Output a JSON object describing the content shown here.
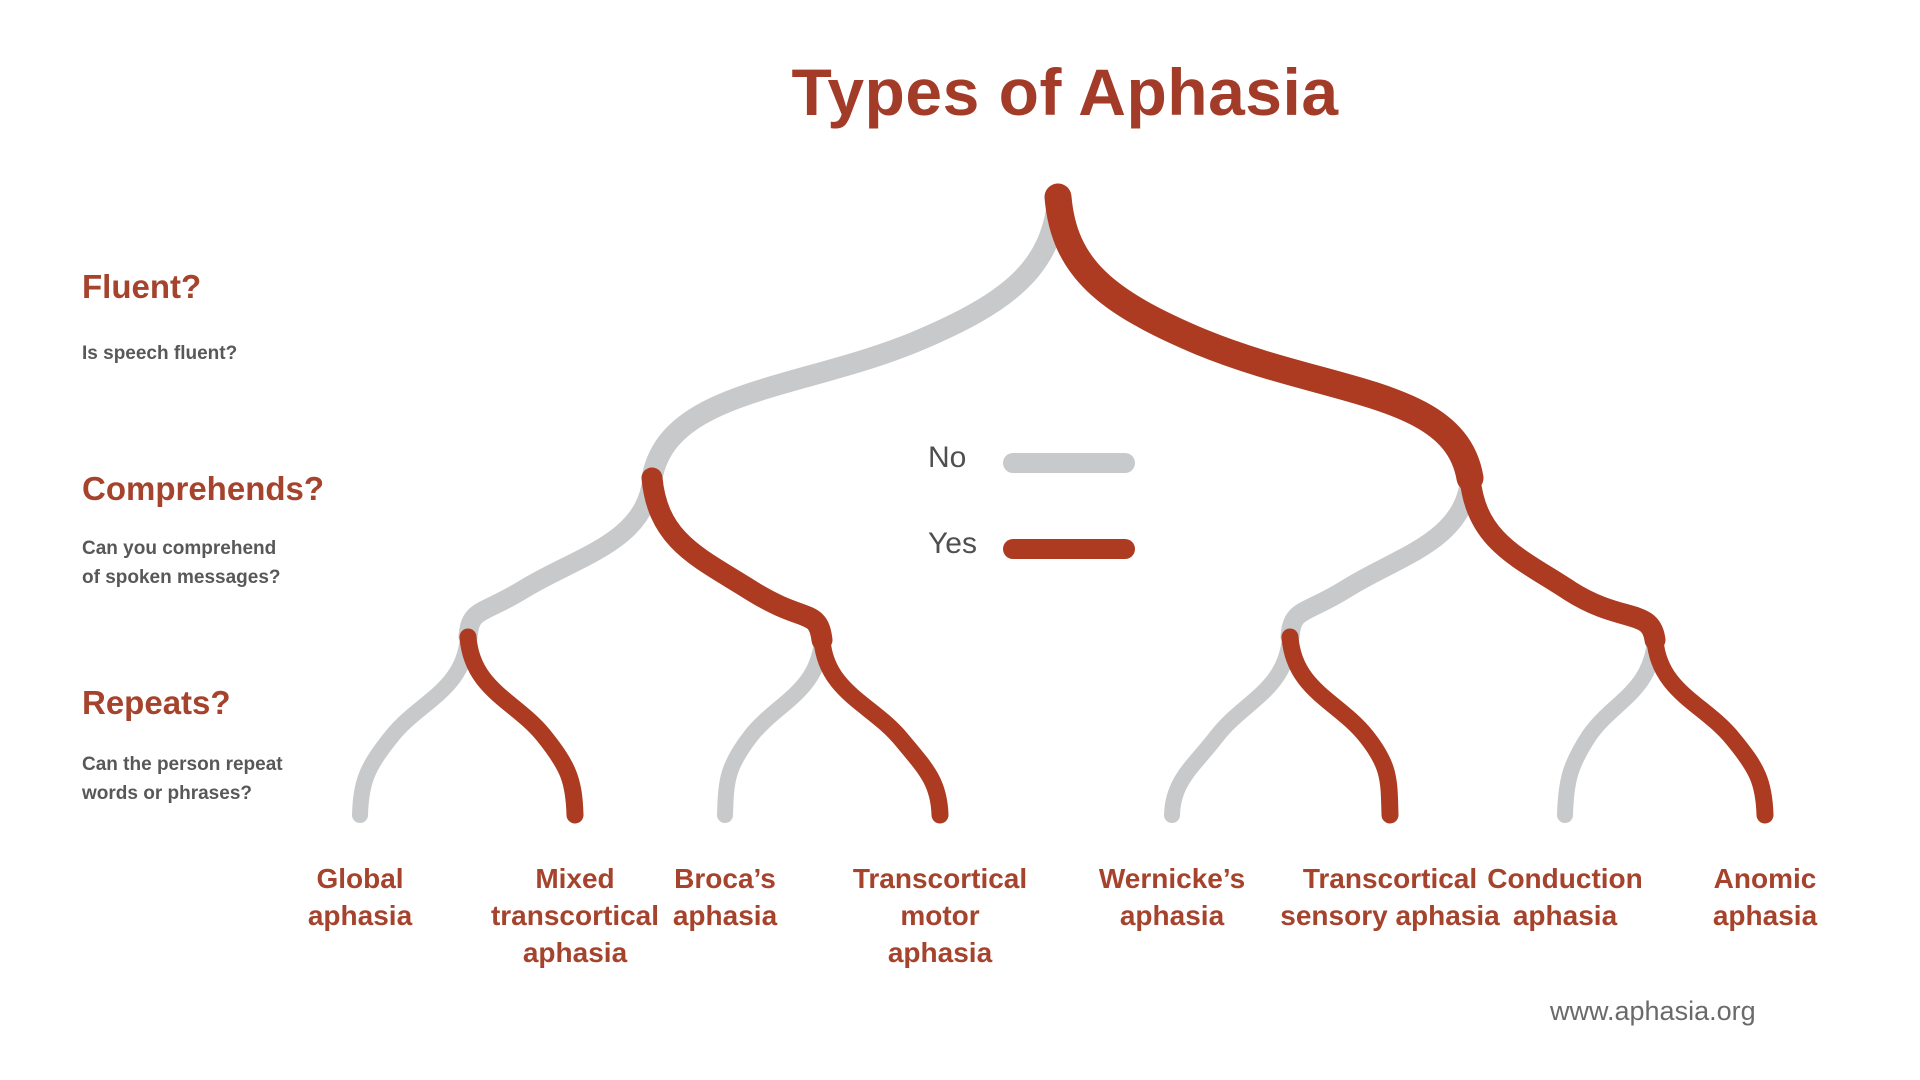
{
  "title": {
    "text": "Types of Aphasia"
  },
  "colors": {
    "yes": "#AC3B22",
    "no": "#C8C9CA",
    "title_text": "#A23C29",
    "leaf_text": "#A5432D",
    "question_text": "#A5432D",
    "question_sub_text": "#58585A",
    "legend_text": "#4E4F50",
    "footer_text": "#6A6A6A"
  },
  "questions": [
    {
      "label": "Fluent?",
      "sub": "Is speech fluent?"
    },
    {
      "label": "Comprehends?",
      "sub": "Can you comprehend\nof spoken messages?"
    },
    {
      "label": "Repeats?",
      "sub": "Can the person repeat\nwords or phrases?"
    }
  ],
  "legend": {
    "no": "No",
    "yes": "Yes"
  },
  "leaves": [
    {
      "text": "Global\naphasia",
      "fluent": "No",
      "comprehends": "No",
      "repeats": "No"
    },
    {
      "text": "Mixed\ntranscortical\naphasia",
      "fluent": "No",
      "comprehends": "No",
      "repeats": "Yes"
    },
    {
      "text": "Broca’s\naphasia",
      "fluent": "No",
      "comprehends": "Yes",
      "repeats": "No"
    },
    {
      "text": "Transcortical\nmotor\naphasia",
      "fluent": "No",
      "comprehends": "Yes",
      "repeats": "Yes"
    },
    {
      "text": "Wernicke’s\naphasia",
      "fluent": "Yes",
      "comprehends": "No",
      "repeats": "No"
    },
    {
      "text": "Transcortical\nsensory aphasia",
      "fluent": "Yes",
      "comprehends": "No",
      "repeats": "Yes"
    },
    {
      "text": "Conduction\naphasia",
      "fluent": "Yes",
      "comprehends": "Yes",
      "repeats": "No"
    },
    {
      "text": "Anomic\naphasia",
      "fluent": "Yes",
      "comprehends": "Yes",
      "repeats": "Yes"
    }
  ],
  "footer": {
    "text": "www.aphasia.org"
  }
}
